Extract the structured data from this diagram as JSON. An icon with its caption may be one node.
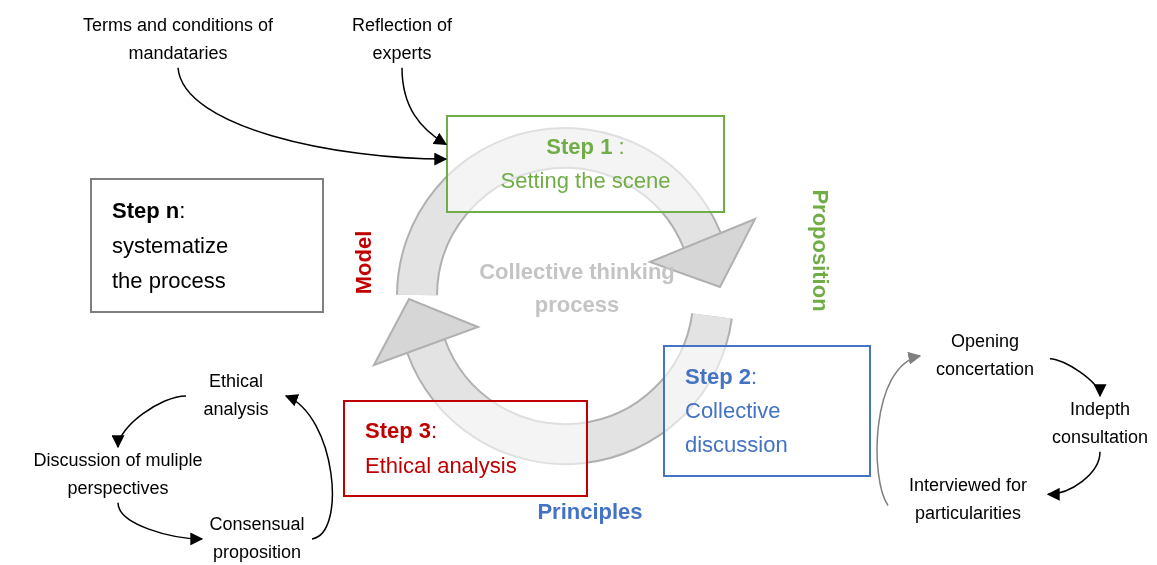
{
  "diagram": {
    "nodes": [
      {
        "text": [
          "Terms and conditions of mandataries"
        ]
      },
      {
        "text": [
          "Reflection of experts"
        ]
      },
      {
        "text": [
          "**Step 1** :",
          "Setting the scene"
        ]
      },
      {
        "text": [
          "**Step n**:",
          "systematize the process"
        ]
      },
      {
        "text": [
          "**Step 2**:",
          "Collective discussion"
        ]
      },
      {
        "text": [
          "Opening concertation"
        ]
      },
      {
        "text": [
          "Indepth consultation"
        ]
      },
      {
        "text": [
          "Interviewed for particularities"
        ]
      },
      {
        "text": [
          "**Step 3**:",
          "Ethical analysis"
        ]
      },
      {
        "text": [
          "Ethical analysis"
        ]
      },
      {
        "text": [
          "Discussion of muliple perspectives"
        ]
      },
      {
        "text": [
          "Consensual proposition"
        ]
      }
    ],
    "edges": [
      {
        "from": 0,
        "to": 2,
        "arrow": "to"
      },
      {
        "from": 1,
        "to": 2,
        "arrow": "to"
      },
      {
        "from": 7,
        "to": 5,
        "arrow": "to",
        "color": "#808080"
      },
      {
        "from": 5,
        "to": 6,
        "arrow": "to"
      },
      {
        "from": 6,
        "to": 7,
        "arrow": "to"
      },
      {
        "from": 11,
        "to": 9,
        "arrow": "to"
      },
      {
        "from": 9,
        "to": 10,
        "arrow": "to"
      },
      {
        "from": 10,
        "to": 11,
        "arrow": "to"
      }
    ],
    "labels": [
      "Model",
      "Proposition",
      "Collective thinking process",
      "Principles"
    ]
  }
}
